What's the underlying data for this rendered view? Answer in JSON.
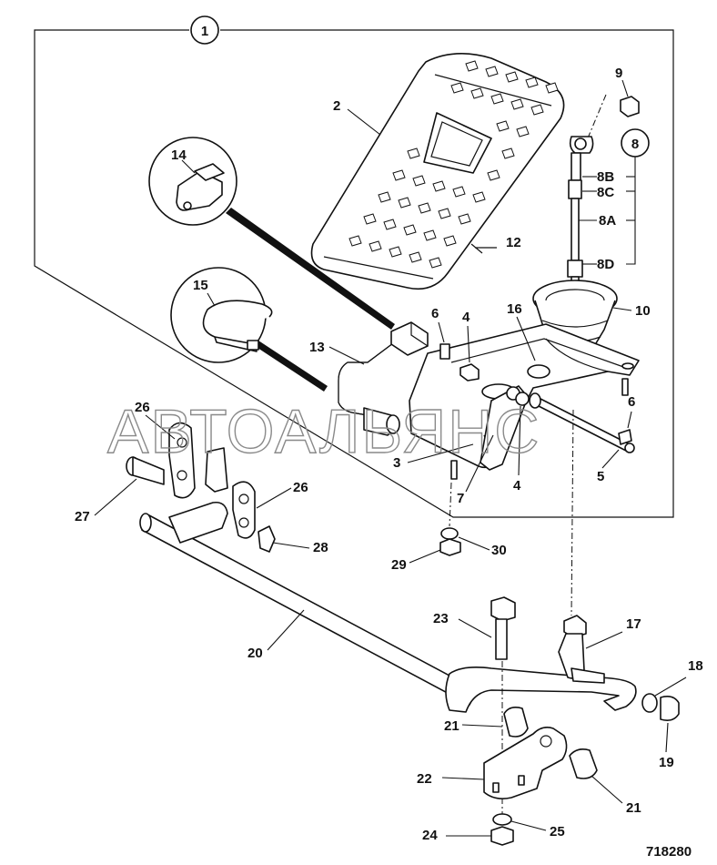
{
  "diagram": {
    "drawing_number": "718280",
    "watermark": "АВТОАЛЬЯНС",
    "assembly_callout": "1",
    "subassembly_callout": "8",
    "labels": {
      "p2": "2",
      "p3": "3",
      "p4a": "4",
      "p4b": "4",
      "p5": "5",
      "p6a": "6",
      "p6b": "6",
      "p7": "7",
      "p8A": "8A",
      "p8B": "8B",
      "p8C": "8C",
      "p8D": "8D",
      "p9": "9",
      "p10": "10",
      "p12": "12",
      "p13": "13",
      "p14": "14",
      "p15": "15",
      "p16": "16",
      "p17": "17",
      "p18": "18",
      "p19": "19",
      "p20": "20",
      "p21a": "21",
      "p21b": "21",
      "p22": "22",
      "p23": "23",
      "p24": "24",
      "p25": "25",
      "p26a": "26",
      "p26b": "26",
      "p27": "27",
      "p28": "28",
      "p29": "29",
      "p30": "30"
    }
  }
}
